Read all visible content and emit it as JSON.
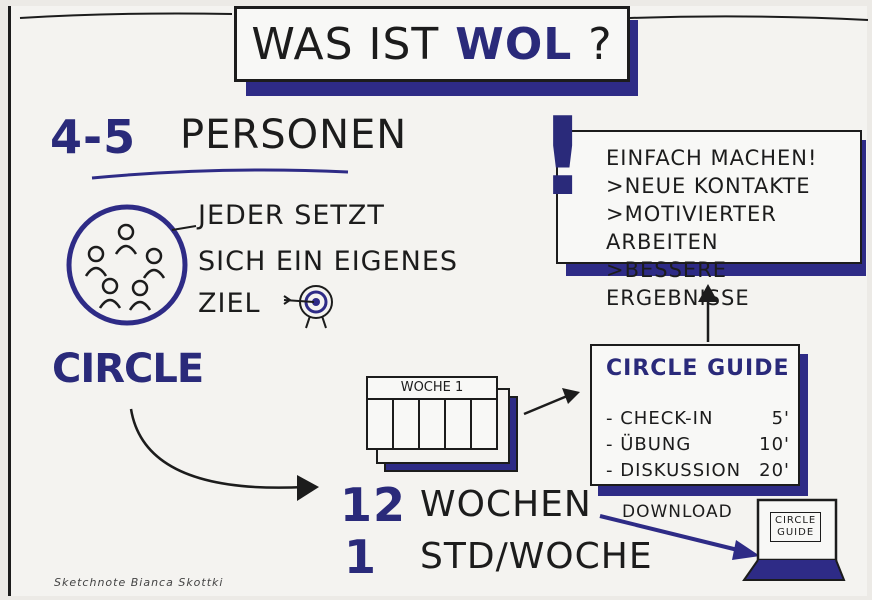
{
  "title": {
    "prefix": "WAS IST",
    "highlight": "WOL",
    "suffix": "?"
  },
  "persons": {
    "number": "4-5",
    "label": "PERSONEN"
  },
  "goal_text": {
    "line1": "JEDER SETZT",
    "line2": "SICH EIN EIGENES",
    "line3": "ZIEL"
  },
  "circle_label": "CIRCLE",
  "woche_card": "WOCHE 1",
  "duration": {
    "weeks_number": "12",
    "weeks_label": "WOCHEN",
    "hour_number": "1",
    "hour_label": "STD/WOCHE"
  },
  "exclamation": "!",
  "benefits": {
    "header": "EINFACH MACHEN!",
    "items": [
      ">NEUE KONTAKTE",
      ">MOTIVIERTER ARBEITEN",
      ">BESSERE ERGEBNISSE"
    ]
  },
  "circle_guide": {
    "title": "CIRCLE GUIDE",
    "items": [
      {
        "name": "- CHECK-IN",
        "time": "5'"
      },
      {
        "name": "- ÜBUNG",
        "time": "10'"
      },
      {
        "name": "- DISKUSSION",
        "time": "20'"
      }
    ]
  },
  "download_label": "DOWNLOAD",
  "laptop_screen": {
    "line1": "CIRCLE",
    "line2": "GUIDE"
  },
  "credit": "Sketchnote Bianca Skottki",
  "colors": {
    "navy": "#2e2b86",
    "ink": "#1c1c1c",
    "paper": "#f4f3f0"
  }
}
